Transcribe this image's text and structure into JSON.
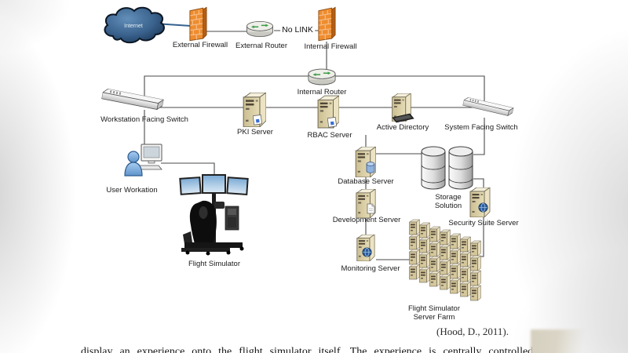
{
  "figure": {
    "nodes": {
      "internet": "Internet",
      "external_firewall": "External Firewall",
      "external_router": "External Router",
      "internal_firewall": "Internal Firewall",
      "internal_router": "Internal Router",
      "workstation_facing_switch": "Workstation Facing Switch",
      "pki_server": "PKI Server",
      "rbac_server": "RBAC Server",
      "active_directory": "Active Directory",
      "system_facing_switch": "System Facing Switch",
      "user_workstation": "User Workation",
      "flight_simulator": "Flight Simulator",
      "database_server": "Database Server",
      "development_server": "Development Server",
      "monitoring_server": "Monitoring Server",
      "storage_solution": "Storage Solution",
      "security_suite_server": "Security Suite Server",
      "flight_simulator_server_farm": "Flight Simulator Server Farm"
    },
    "edge_labels": {
      "no_link": "No LINK"
    },
    "citation": "(Hood, D., 2011)."
  },
  "page": {
    "partial_bottom_line": "display an experience onto the flight simulator itself. The experience is centrally controlled"
  },
  "colors": {
    "firewall_orange": "#EE8C2E",
    "cloud_blue": "#2C4A6E",
    "server_beige": "#D8CCA4",
    "internet_link": "#35628F",
    "line": "#4A4A4A"
  }
}
